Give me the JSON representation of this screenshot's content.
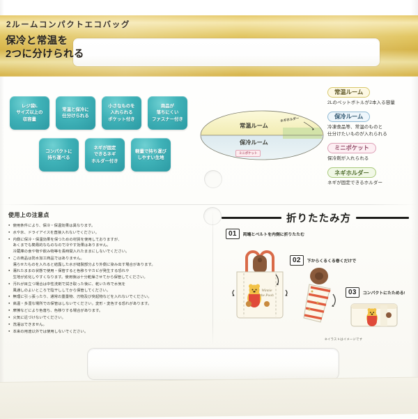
{
  "header": {
    "product_title": "2ルームコンパクトエコバッグ",
    "catch_line_1": "保冷と常温を",
    "catch_line_2": "2つに分けられる",
    "band_color": "#e2c662"
  },
  "features": {
    "badge_color": "#3fb2b8",
    "row1": [
      "レジ袋L\nサイズ以上の\n収容量",
      "常温と保冷に\n仕分けられる",
      "小さなものを\n入れられる\nポケット付き",
      "商品が\n落ちにくい\nファスナー付き"
    ],
    "row2": [
      "コンパクトに\n持ち運べる",
      "ネギが固定\nできるネギ\nホルダー付き",
      "軽量で持ち運び\nしやすい生地"
    ]
  },
  "diagram": {
    "room_top_label": "常温ルーム",
    "room_bottom_label": "保冷ルーム",
    "negi_holder_label": "ネギホルダー",
    "mini_pocket_label": "ミニポケット",
    "top_color": "#f5f0bf",
    "bottom_color": "#cfe3ea",
    "negi_color": "#c6dfa4"
  },
  "legend": [
    {
      "name": "常温ルーム",
      "desc": "2Lのペットボトルが2本入る容量",
      "pill_class": "pill-jotemp"
    },
    {
      "name": "保冷ルーム",
      "desc": "冷凍食品等、常温のものと\n仕分けたいものが入れられる",
      "pill_class": "pill-hoei"
    },
    {
      "name": "ミニポケット",
      "desc": "保冷剤が入れられる",
      "pill_class": "pill-mini"
    },
    {
      "name": "ネギホルダー",
      "desc": "ネギが固定できるホルダー",
      "pill_class": "pill-negi"
    }
  ],
  "cautions": {
    "title": "使用上の注意点",
    "items": [
      "使用条件により、保冷・保温効果は異なります。",
      "水や氷、ドライアイスを直接入れないでください。",
      "内側に保冷・保温効果を保つための材質を使用しておりますが、\nあくまでも簡易的なものなので冷やす効果はありません。\n冷蔵庫の食や物や飲み物等を長時間入れたままにしないでください。",
      "この商品は防水加工商品ではありません。\n濡らせたものを入れると結露した水が縫製部分より外側に染み出す場合があります。",
      "濡れたままの状態で使用・保管すると色移りやカビが発生する恐れや\n生地が劣化しやすくなります。使用後は十分乾燥させてから保管してください。",
      "汚れが目立つ場合は中性洗剤で拭き取った後に、乾いた布で水気を\n風通しのよいところで陰干ししてから保管してください。",
      "無理に引っ張ったり、通常の重量物、刃物及び突起物などを入れないでください。",
      "高温・多湿な場所での保管はしないでください。変形・変色する恐れがあります。",
      "摩擦などにより色落ち、色移りする場合があります。",
      "火気に近づけないでください。",
      "洗濯はできません。",
      "本来の用途以外では使用しないでください。"
    ]
  },
  "folding": {
    "title": "折りたたみ方",
    "steps": [
      {
        "num": "01",
        "text": "両端とベルトを内側に折りたたむ"
      },
      {
        "num": "02",
        "text": "下からくるくる巻くだけで"
      },
      {
        "num": "03",
        "text": "コンパクトにたためる!"
      }
    ],
    "note": "※イラストはイメージです",
    "bag_brand_text": "Winnie the Pooh"
  }
}
